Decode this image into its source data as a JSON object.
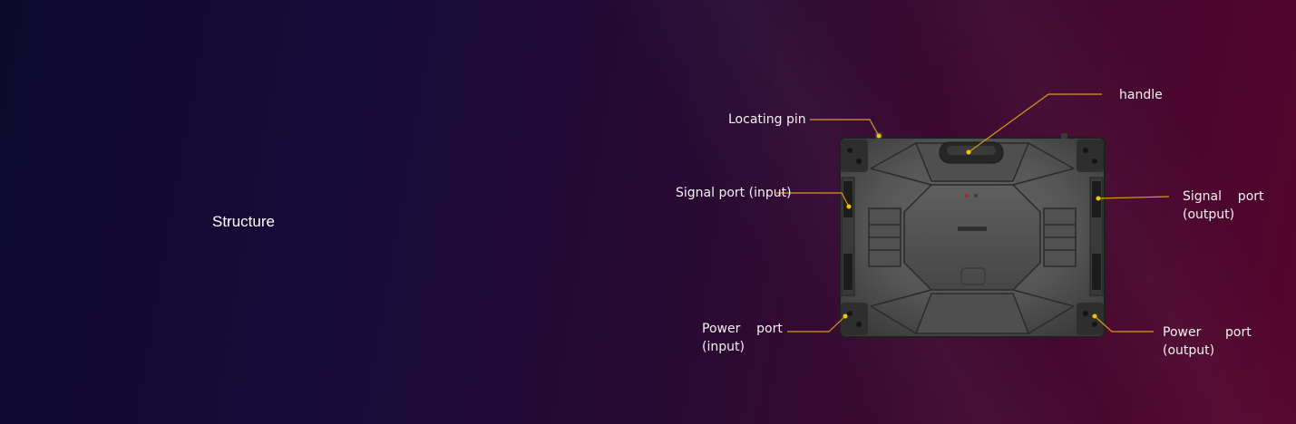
{
  "section": {
    "title": "Structure"
  },
  "diagram": {
    "subject": "LED display cabinet rear view",
    "leader_color": "#d99a1c",
    "point_color": "#f5c400",
    "labels": {
      "handle": "handle",
      "locating_pin": "Locating pin",
      "signal_port_input": "Signal port (input)",
      "signal_port_output_line1": "Signal    port",
      "signal_port_output_line2": "(output)",
      "power_port_input_line1": "Power    port",
      "power_port_input_line2": "(input)",
      "power_port_output_line1": "Power      port",
      "power_port_output_line2": "(output)"
    }
  },
  "colors": {
    "background_left": "#0e0a2e",
    "background_right": "#55052b",
    "cabinet_body": "#4a4a4a",
    "cabinet_edge": "#1e1e1e",
    "text": "#f2f2f2"
  }
}
